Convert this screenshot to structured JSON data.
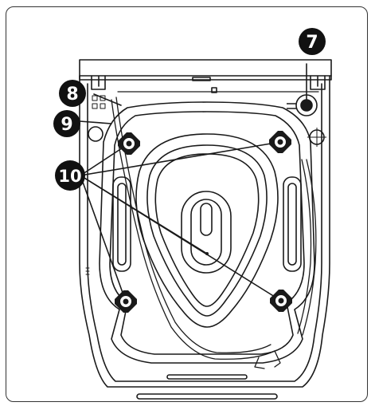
{
  "colors": {
    "line": "#1a1a1a",
    "callout_fill": "#111111",
    "callout_text": "#ffffff",
    "frame": "#333333"
  },
  "callouts": [
    {
      "id": "7",
      "label": "7",
      "name": "callout-7"
    },
    {
      "id": "8",
      "label": "8",
      "name": "callout-8"
    },
    {
      "id": "9",
      "label": "9",
      "name": "callout-9"
    },
    {
      "id": "10",
      "label": "10",
      "name": "callout-10"
    }
  ],
  "icons": [
    "transport-bolt-icon",
    "filter-cap-icon",
    "hose-outlet-icon",
    "back-panel-icon"
  ]
}
